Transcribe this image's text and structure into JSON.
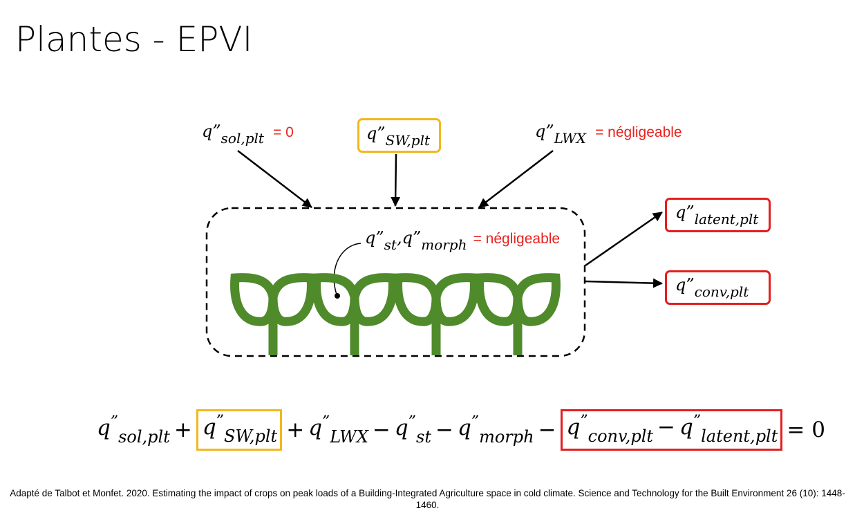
{
  "title": "Plantes - EPVI",
  "inputs": {
    "sol": {
      "symbol": "q”",
      "subscript": "sol,plt",
      "note": "= 0"
    },
    "sw": {
      "symbol": "q”",
      "subscript": "SW,plt"
    },
    "lwx": {
      "symbol": "q”",
      "subscript": "LWX",
      "note": "= négligeable"
    }
  },
  "storage": {
    "symbol1": "q”",
    "subscript1": "st",
    "separator": ",",
    "symbol2": "q”",
    "subscript2": "morph",
    "note": "= négligeable"
  },
  "outputs": {
    "latent": {
      "symbol": "q”",
      "subscript": "latent,plt"
    },
    "conv": {
      "symbol": "q”",
      "subscript": "conv,plt"
    }
  },
  "equation": {
    "t1_q": "q",
    "t1_pr": "”",
    "t1_sub": "sol,plt",
    "op1": "+",
    "t2_q": "q",
    "t2_pr": "”",
    "t2_sub": "SW,plt",
    "op2": "+",
    "t3_q": "q",
    "t3_pr": "”",
    "t3_sub": "LWX",
    "op3": "−",
    "t4_q": "q",
    "t4_pr": "”",
    "t4_sub": "st",
    "op4": "−",
    "t5_q": "q",
    "t5_pr": "”",
    "t5_sub": "morph",
    "op5": "−",
    "t6_q": "q",
    "t6_pr": "”",
    "t6_sub": "conv,plt",
    "op6": "−",
    "t7_q": "q",
    "t7_pr": "”",
    "t7_sub": "latent,plt",
    "rhs": "= 0"
  },
  "citation": "Adapté de Talbot et Monfet. 2020. Estimating the impact of crops on peak loads of a Building-Integrated Agriculture space in cold climate. Science and Technology for the Built Environment 26 (10): 1448-1460.",
  "colors": {
    "plant": "#4f8a2b",
    "highlight_yellow": "#f2b81a",
    "highlight_red": "#e41e1e",
    "note_red": "#e8231e"
  },
  "icons": [
    "plant-icon"
  ]
}
